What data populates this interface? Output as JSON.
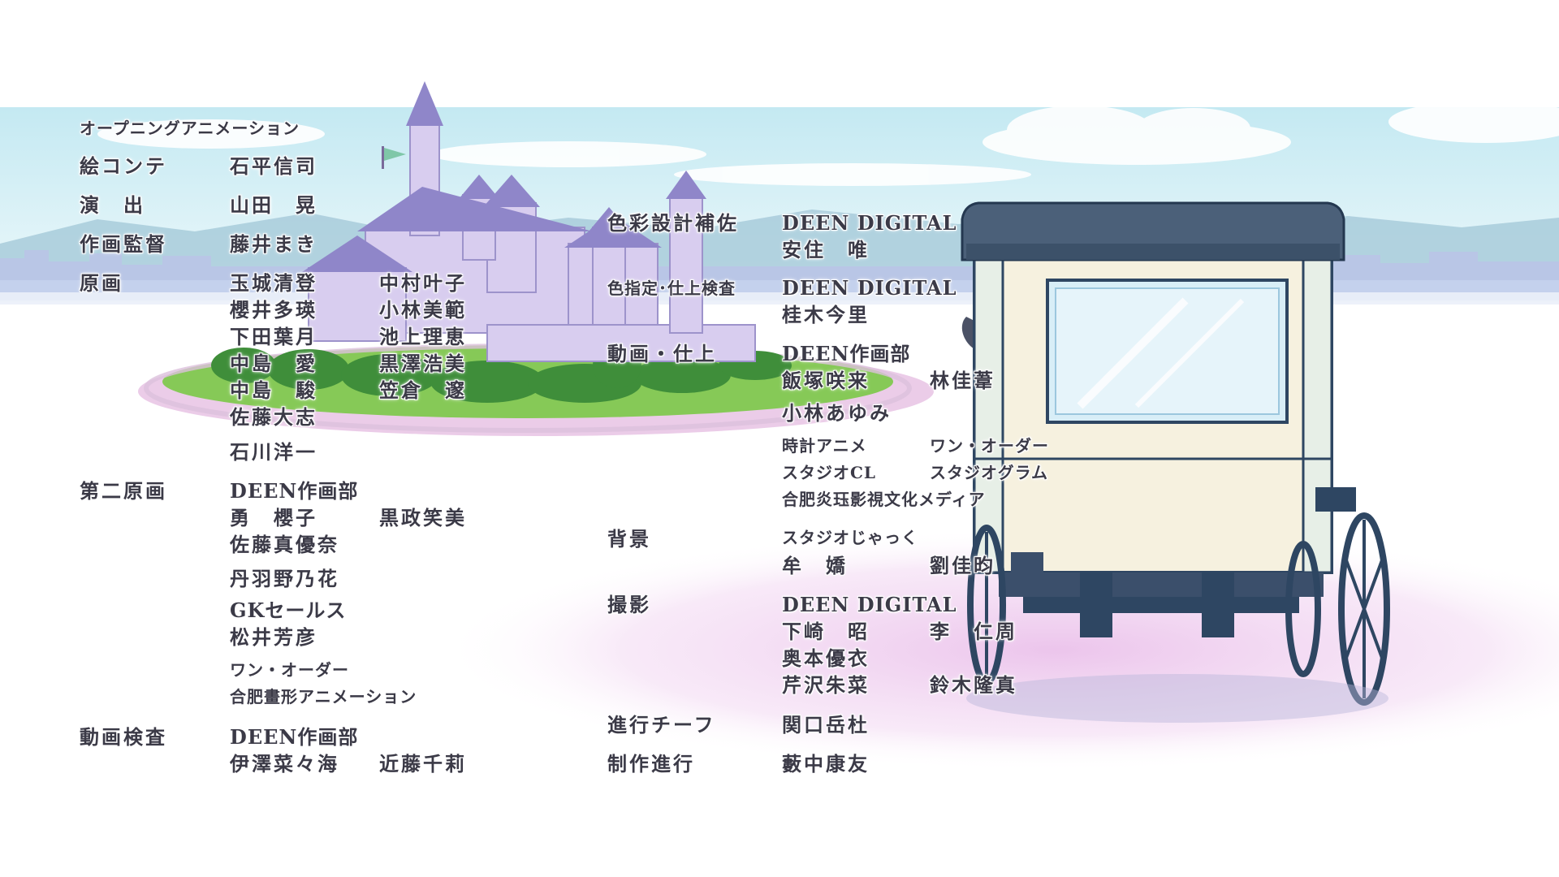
{
  "credits": {
    "heading": "オープニングアニメーション",
    "storyboard_role": "絵コンテ",
    "storyboard_name": "石平信司",
    "director_role": "演　出",
    "director_name": "山田　晃",
    "anim_director_role": "作画監督",
    "anim_director_name": "藤井まき",
    "key_anim_role": "原画",
    "key_anim": [
      "玉城清登",
      "中村叶子",
      "櫻井多瑛",
      "小林美範",
      "下田葉月",
      "池上理恵",
      "中島　愛",
      "黒澤浩美",
      "中島　駿",
      "笠倉　邃",
      "佐藤大志",
      "石川洋一"
    ],
    "second_key_role": "第二原画",
    "second_key": [
      "DEEN作画部",
      "勇　櫻子",
      "黒政笑美",
      "佐藤真優奈",
      "丹羽野乃花",
      "GKセールス",
      "松井芳彦",
      "ワン・オーダー",
      "合肥畫形アニメーション"
    ],
    "inbetween_check_role": "動画検査",
    "inbetween_check": [
      "DEEN作画部",
      "伊澤菜々海",
      "近藤千莉"
    ],
    "color_design_role": "色彩設計補佐",
    "color_design": [
      "DEEN DIGITAL",
      "安住　唯"
    ],
    "color_check_role": "色指定･仕上検査",
    "color_check": [
      "DEEN DIGITAL",
      "桂木今里"
    ],
    "inbetween_role": "動画・仕上",
    "inbetween": [
      "DEEN作画部",
      "飯塚咲来",
      "林佳葦",
      "小林あゆみ",
      "時計アニメ",
      "ワン・オーダー",
      "スタジオCL",
      "スタジオグラム",
      "合肥炎珏影視文化メディア"
    ],
    "background_role": "背景",
    "background": [
      "スタジオじゃっく",
      "牟　嬌",
      "劉佳昀"
    ],
    "photography_role": "撮影",
    "photography": [
      "DEEN DIGITAL",
      "下崎　昭",
      "李　仁周",
      "奥本優衣",
      "芹沢朱菜",
      "鈴木隆真"
    ],
    "chief_pa_role": "進行チーフ",
    "chief_pa_name": "関口岳杜",
    "pa_role": "制作進行",
    "pa_name": "藪中康友"
  },
  "scene": {
    "sky_top": "#c9ecf3",
    "sky_bottom": "#eef9fb",
    "cloud": "#ffffff",
    "mountains": "#9fc6d6",
    "city": "#b7c3e3",
    "castle_wall": "#d9cdf0",
    "castle_roof": "#8f86c9",
    "grass": "#7fbf4a",
    "trees": "#3f8e3a",
    "plaza": "#eab9e6",
    "carriage_body": "#f6f1df",
    "carriage_roof": "#4b6079",
    "carriage_frame": "#2e4662",
    "window_glass": "#d8eef7",
    "wheel": "#2e4662",
    "text": "#3b3a47"
  }
}
